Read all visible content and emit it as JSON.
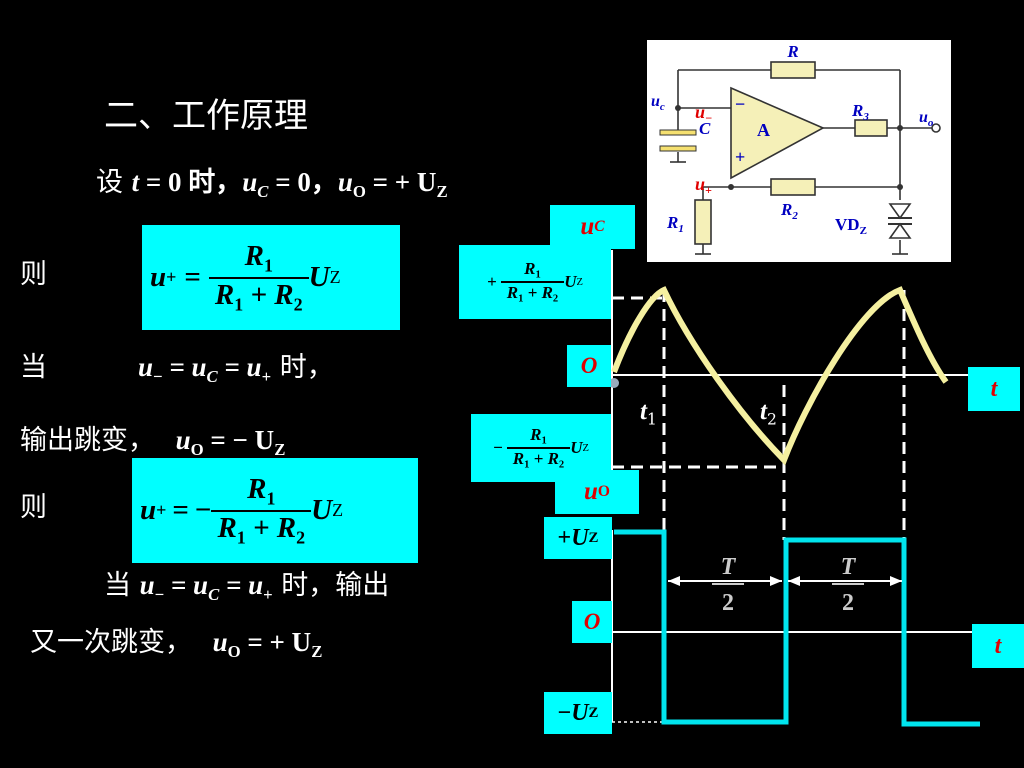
{
  "slide": {
    "title": "二、工作原理",
    "set": {
      "pre": "设 ",
      "t": "t",
      "eq0": " = 0 时，",
      "u": "u",
      "C": "C",
      "eq1": " = 0，",
      "u2": "u",
      "O": "O",
      "eq2": " = + U",
      "Z": "Z"
    },
    "ze1": "则",
    "formula1": {
      "lhs_u": "u",
      "lhs_sub": "+",
      "eq": "=",
      "sign": "",
      "num_R": "R",
      "num_sub": "1",
      "den": "R",
      "den_sub1": "1",
      "plus": " + R",
      "den_sub2": "2",
      "U": "U",
      "Z": "Z"
    },
    "dang": "当",
    "cond1": {
      "u": "u",
      "minus": "−",
      "eq1": " = u",
      "C": "C",
      "eq2": " = u",
      "plus": "+",
      "tail": " 时，"
    },
    "output_jump": "输出跳变，",
    "uo_neg": {
      "u": "u",
      "O": "O",
      "rest": " = − U",
      "Z": "Z"
    },
    "ze2": "则",
    "formula2": {
      "lhs_u": "u",
      "lhs_sub": "+",
      "eq": "=",
      "sign": "−",
      "num_R": "R",
      "num_sub": "1",
      "den": "R",
      "den_sub1": "1",
      "plus": " + R",
      "den_sub2": "2",
      "U": "U",
      "Z": "Z"
    },
    "cond2": {
      "pre": "当 ",
      "u": "u",
      "minus": "−",
      "eq1": " = u",
      "C": "C",
      "eq2": " = u",
      "plus": "+",
      "tail": " 时，输出"
    },
    "again": {
      "pre": "又一次跳变，",
      "u": "u",
      "O": "O",
      "rest": " = + U",
      "Z": "Z"
    }
  },
  "graph_labels": {
    "uC": {
      "u": "u",
      "C": "C"
    },
    "pos_thr": {
      "sign": "+",
      "num": "R",
      "num_sub": "1",
      "den": "R",
      "den_sub1": "1",
      "plus": " + R",
      "den_sub2": "2",
      "U": "U",
      "Z": "Z"
    },
    "O1": "O",
    "t_axis1": "t",
    "t1": {
      "t": "t",
      "sub": "1"
    },
    "t2": {
      "t": "t",
      "sub": "2"
    },
    "neg_thr": {
      "sign": "−",
      "num": "R",
      "num_sub": "1",
      "den": "R",
      "den_sub1": "1",
      "plus": " + R",
      "den_sub2": "2",
      "U": "U",
      "Z": "Z"
    },
    "uO": {
      "u": "u",
      "O": "O"
    },
    "plusUZ": {
      "sign": "+",
      "U": "U",
      "Z": "Z"
    },
    "half_T_1": {
      "T": "T",
      "two": "2"
    },
    "half_T_2": {
      "T": "T",
      "two": "2"
    },
    "O2": "O",
    "t_axis2": "t",
    "minusUZ": {
      "sign": "−",
      "U": "U",
      "Z": "Z"
    }
  },
  "circuit": {
    "R": "R",
    "uc": {
      "u": "u",
      "sub": "c"
    },
    "u_minus": {
      "u": "u",
      "sub": "−"
    },
    "C": "C",
    "minus_sign": "−",
    "A": "A",
    "plus_sign": "+",
    "R3": {
      "R": "R",
      "sub": "3"
    },
    "uo": {
      "u": "u",
      "sub": "o"
    },
    "u_plus": {
      "u": "u",
      "sub": "+"
    },
    "R1": {
      "R": "R",
      "sub": "1"
    },
    "R2": {
      "R": "R",
      "sub": "2"
    },
    "VDZ": {
      "main": "VD",
      "sub": "Z"
    }
  },
  "colors": {
    "background": "#000000",
    "box": "#00ffff",
    "capacitor_wave": "#f5f0a0",
    "output_wave": "#00e5ee",
    "circuit_red": "#e00000",
    "circuit_blue": "#0000c0"
  }
}
